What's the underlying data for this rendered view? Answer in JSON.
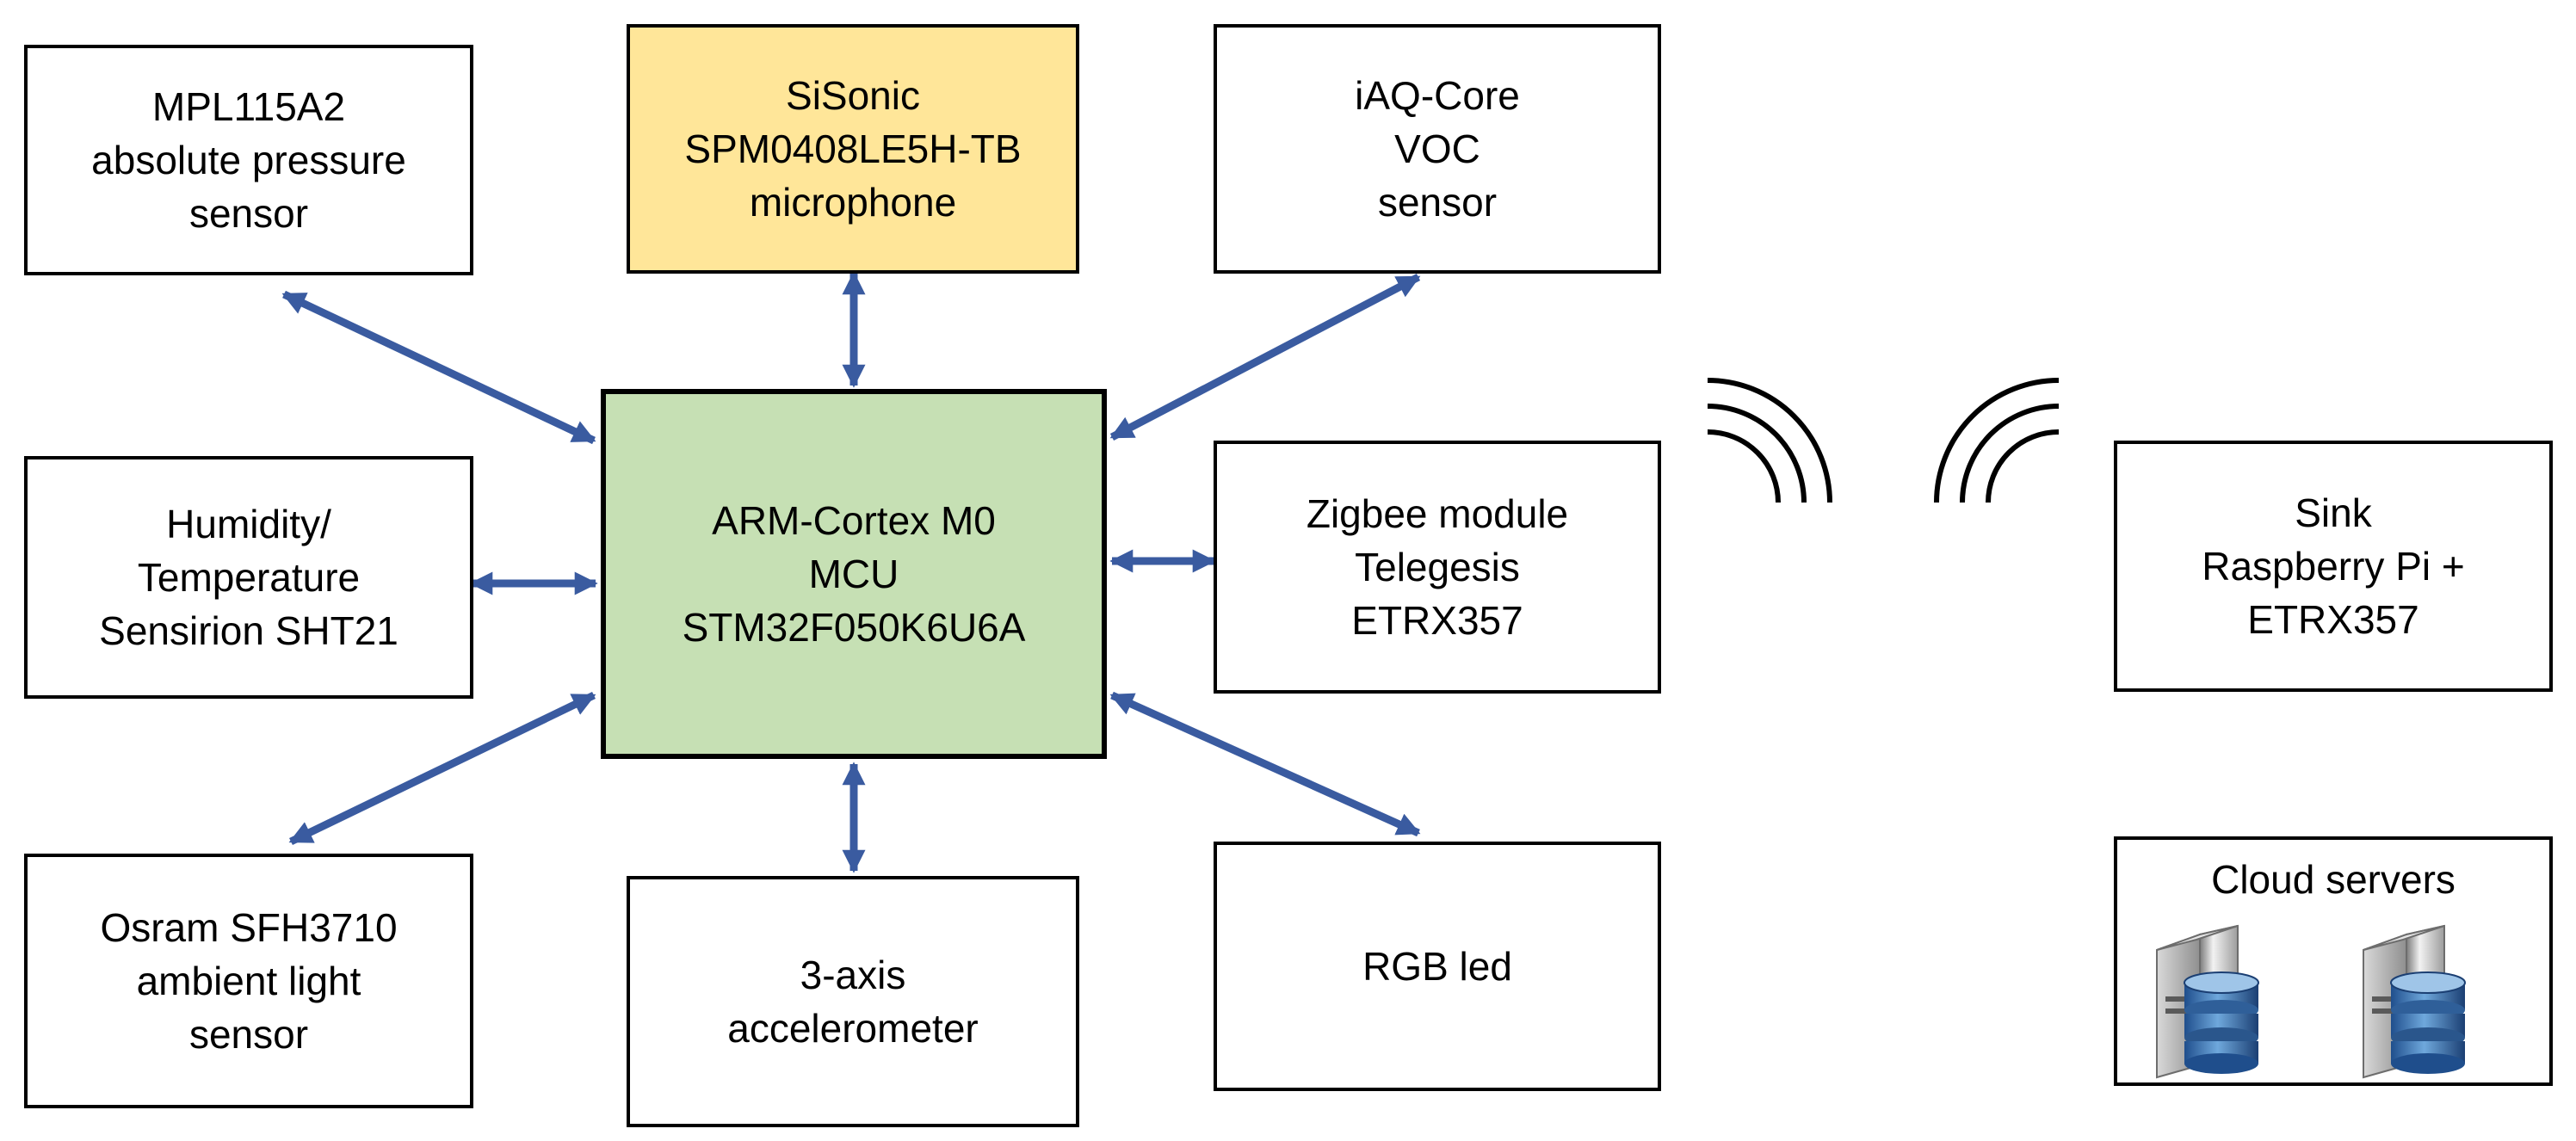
{
  "colors": {
    "arrow": "#3a5ba0",
    "box_border": "#000000",
    "mcu_fill": "#c6e0b4",
    "microphone_fill": "#ffe699",
    "text": "#000000"
  },
  "boxes": {
    "pressure": {
      "lines": [
        "MPL115A2",
        "absolute pressure",
        "sensor"
      ]
    },
    "microphone": {
      "lines": [
        "SiSonic",
        "SPM0408LE5H-TB",
        "microphone"
      ]
    },
    "voc": {
      "lines": [
        "iAQ-Core",
        "VOC",
        "sensor"
      ]
    },
    "humidity": {
      "lines": [
        "Humidity/",
        "Temperature",
        "Sensirion SHT21"
      ]
    },
    "mcu": {
      "lines": [
        "ARM-Cortex M0",
        "MCU",
        "STM32F050K6U6A"
      ]
    },
    "zigbee": {
      "lines": [
        "Zigbee module",
        "Telegesis",
        "ETRX357"
      ]
    },
    "sink": {
      "lines": [
        "Sink",
        "Raspberry Pi +",
        "ETRX357"
      ]
    },
    "light": {
      "lines": [
        "Osram SFH3710",
        "ambient light",
        "sensor"
      ]
    },
    "accelerometer": {
      "lines": [
        "3-axis",
        "accelerometer"
      ]
    },
    "rgb_led": {
      "lines": [
        "RGB led"
      ]
    }
  },
  "cloud": {
    "title": "Cloud servers",
    "icons": [
      "server-icon",
      "database-icon"
    ]
  },
  "wireless_icons": [
    "wifi-signal-icon",
    "wifi-signal-icon"
  ]
}
